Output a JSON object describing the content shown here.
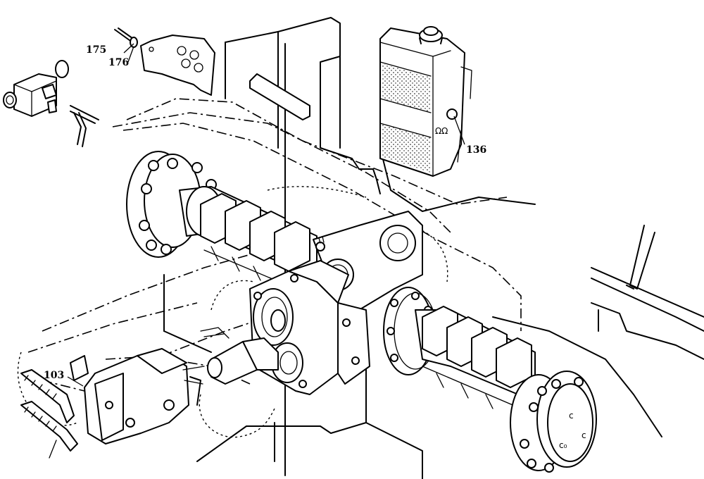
{
  "diagram": {
    "callouts": [
      {
        "id": "c175",
        "label": "175"
      },
      {
        "id": "c176",
        "label": "176"
      },
      {
        "id": "c136",
        "label": "136"
      },
      {
        "id": "c103",
        "label": "103"
      }
    ]
  },
  "colors": {
    "line": "#000000",
    "background": "#ffffff"
  }
}
